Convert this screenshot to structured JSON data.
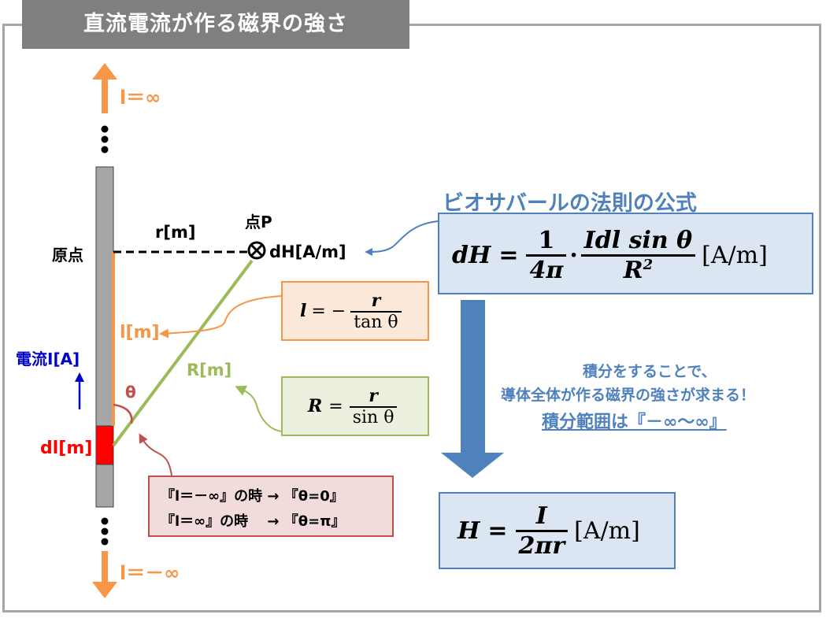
{
  "title": "直流電流が作る磁界の強さ",
  "labels": {
    "l_inf_top": "l＝∞",
    "l_inf_bottom": "l＝－∞",
    "origin": "原点",
    "r_label": "r[m]",
    "point_p": "点P",
    "dH": "dH[A/m]",
    "l_label": "l[m]",
    "current": "電流I[A]",
    "R_label": "R[m]",
    "theta": "θ",
    "dl": "dl[m]"
  },
  "biot_savart": {
    "heading": "ビオサバールの法則の公式",
    "lhs": "dH",
    "eq": "=",
    "coef_num": "1",
    "coef_den": "4π",
    "dot": "·",
    "num": "Idl sin θ",
    "den_base": "R",
    "den_exp": "2",
    "unit": "[A/m]"
  },
  "l_formula": {
    "lhs": "l",
    "eq": "= −",
    "num": "r",
    "den": "tan θ"
  },
  "R_formula": {
    "lhs": "R",
    "eq": "=",
    "num": "r",
    "den": "sin θ"
  },
  "limits_note": {
    "line1": "『l＝－∞』の時 → 『θ=0』",
    "line2": "『l＝∞』の時 　→ 『θ=π』"
  },
  "integration_note": {
    "line1": "積分をすることで、",
    "line2": "導体全体が作る磁界の強さが求まる！",
    "line3": "積分範囲は『－∞～∞』"
  },
  "result_formula": {
    "lhs": "H",
    "eq": "=",
    "num": "I",
    "den": "2πr",
    "unit": "[A/m]"
  },
  "colors": {
    "orange": "#f79646",
    "green": "#9bbb59",
    "blue_arrow": "#4f81bd",
    "red_element": "#ff0000",
    "title_bg": "#7f7f7f",
    "formula_box_bg": "#dce6f2",
    "l_box_bg": "#fde9d9",
    "R_box_bg": "#ebf1de",
    "note_box_bg": "#f2dcdb",
    "current_text": "#0000cc",
    "note_text": "#4f81bd"
  }
}
